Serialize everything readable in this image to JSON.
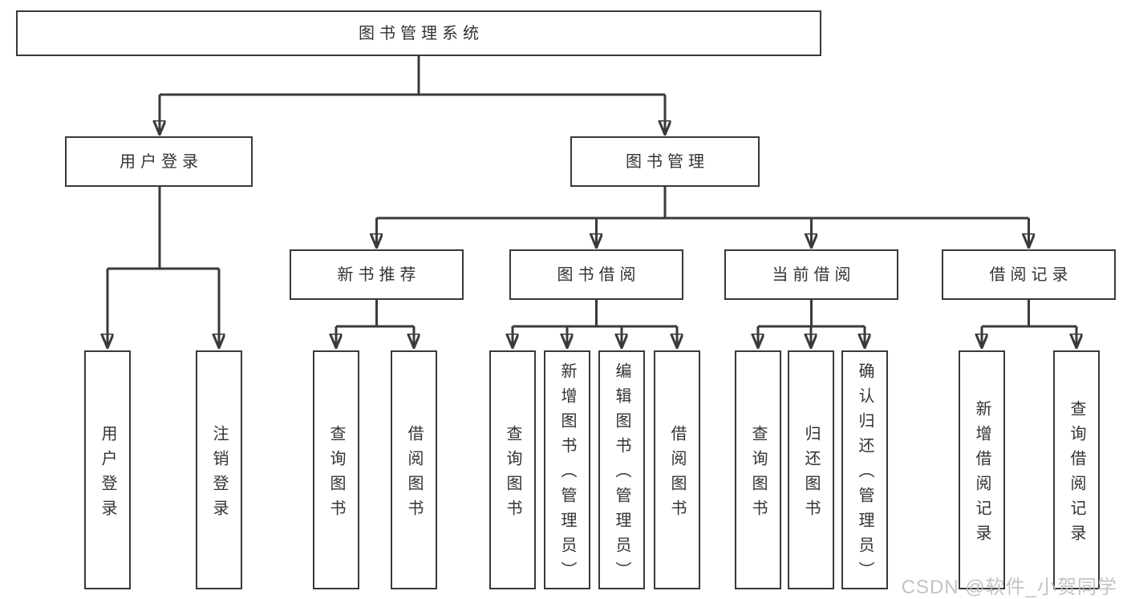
{
  "diagram": {
    "type": "tree",
    "colors": {
      "line": "#3a3a3a",
      "box_border": "#36393e",
      "box_background": "#ffffff",
      "text": "#333333",
      "watermark": "#bebebe"
    },
    "nodes": {
      "root": "图书管理系统",
      "user_login": "用户登录",
      "book_mgmt": "图书管理",
      "new_books": "新书推荐",
      "book_borrow": "图书借阅",
      "current_borrow": "当前借阅",
      "borrow_records": "借阅记录"
    },
    "leaves": {
      "user_login": [
        "用户登录",
        "注销登录"
      ],
      "new_books": [
        "查询图书",
        "借阅图书"
      ],
      "book_borrow": [
        "查询图书",
        "新增图书（管理员）",
        "编辑图书（管理员）",
        "借阅图书"
      ],
      "current_borrow": [
        "查询图书",
        "归还图书",
        "确认归还（管理员）"
      ],
      "borrow_records": [
        "新增借阅记录",
        "查询借阅记录"
      ]
    },
    "watermark": "CSDN @软件_小贺同学"
  }
}
